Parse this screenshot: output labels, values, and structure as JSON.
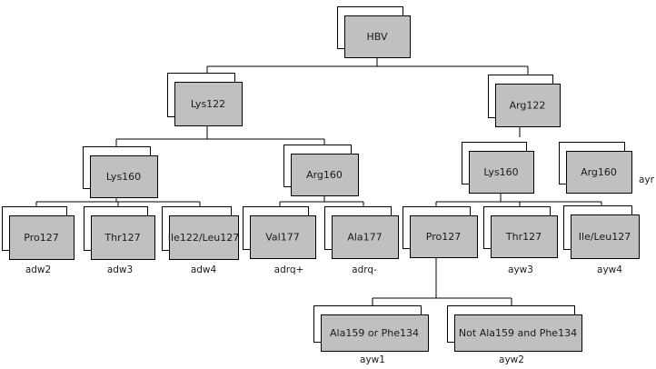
{
  "diagram": {
    "box_fill": "#c0c0c0",
    "line_color": "#000000",
    "nodes": {
      "hbv": {
        "label": "HBV",
        "sublabel": ""
      },
      "lys122": {
        "label": "Lys122",
        "sublabel": ""
      },
      "arg122": {
        "label": "Arg122",
        "sublabel": ""
      },
      "lys160a": {
        "label": "Lys160",
        "sublabel": ""
      },
      "arg160a": {
        "label": "Arg160",
        "sublabel": ""
      },
      "lys160b": {
        "label": "Lys160",
        "sublabel": ""
      },
      "arg160b": {
        "label": "Arg160",
        "sublabel": "ayr"
      },
      "pro127a": {
        "label": "Pro127",
        "sublabel": "adw2"
      },
      "thr127a": {
        "label": "Thr127",
        "sublabel": "adw3"
      },
      "ile122": {
        "label": "Ile122/Leu127",
        "sublabel": "adw4"
      },
      "val177": {
        "label": "Val177",
        "sublabel": "adrq+"
      },
      "ala177": {
        "label": "Ala177",
        "sublabel": "adrq-"
      },
      "pro127b": {
        "label": "Pro127",
        "sublabel": ""
      },
      "thr127b": {
        "label": "Thr127",
        "sublabel": "ayw3"
      },
      "ileleu": {
        "label": "Ile/Leu127",
        "sublabel": "ayw4"
      },
      "ala159": {
        "label": "Ala159 or Phe134",
        "sublabel": "ayw1"
      },
      "notala": {
        "label": "Not Ala159 and Phe134",
        "sublabel": "ayw2"
      }
    }
  }
}
